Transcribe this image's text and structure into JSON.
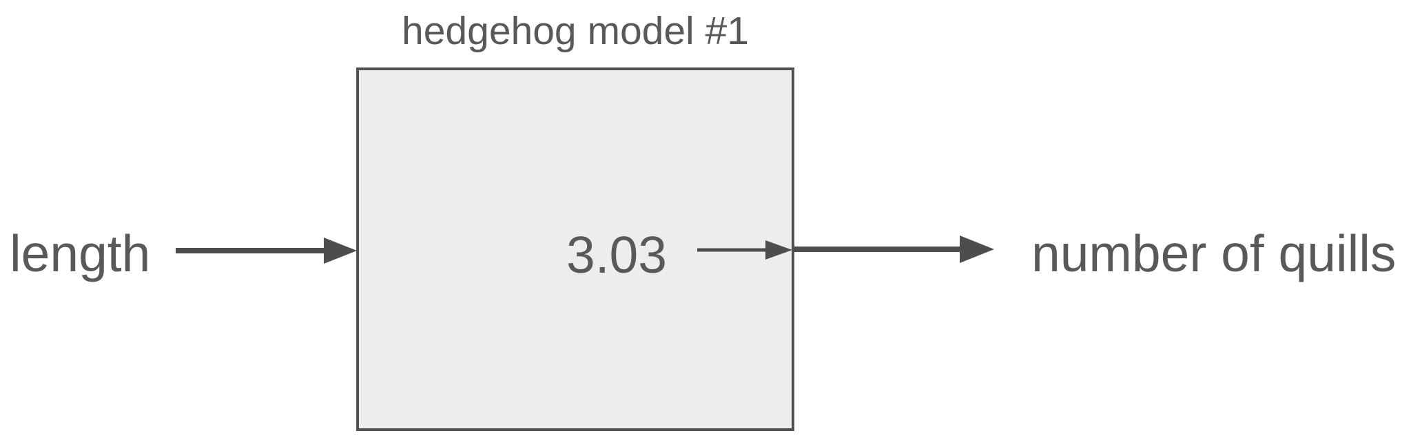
{
  "diagram": {
    "title": "hedgehog model #1",
    "input_label": "length",
    "output_value": "3.03",
    "output_label": "number of quills"
  },
  "colors": {
    "background": "#ffffff",
    "box_fill": "#ededed",
    "box_border": "#525252",
    "arrow": "#4d4d4d",
    "text": "#595959"
  }
}
